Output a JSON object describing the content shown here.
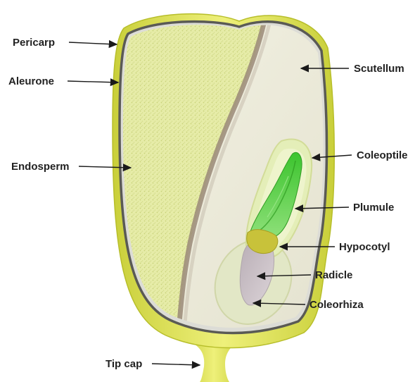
{
  "diagram": {
    "labels": {
      "pericarp": "Pericarp",
      "aleurone": "Aleurone",
      "endosperm": "Endosperm",
      "scutellum": "Scutellum",
      "coleoptile": "Coleoptile",
      "plumule": "Plumule",
      "hypocotyl": "Hypocotyl",
      "radicle": "Radicle",
      "coleorhiza": "Coleorhiza",
      "tip_cap": "Tip cap"
    },
    "colors": {
      "pericarp": "#e6e86a",
      "aleurone": "#5a5a55",
      "endosperm": "#e6eca8",
      "scutellum": "#f1f0e0",
      "boundary": "#8a7a6a",
      "coleoptile": "#e4eeb8",
      "plumule": "#4fcf3c",
      "hypocotyl": "#c8c23a",
      "radicle": "#cfc4c8",
      "coleorhiza": "#e2e7c6"
    }
  }
}
